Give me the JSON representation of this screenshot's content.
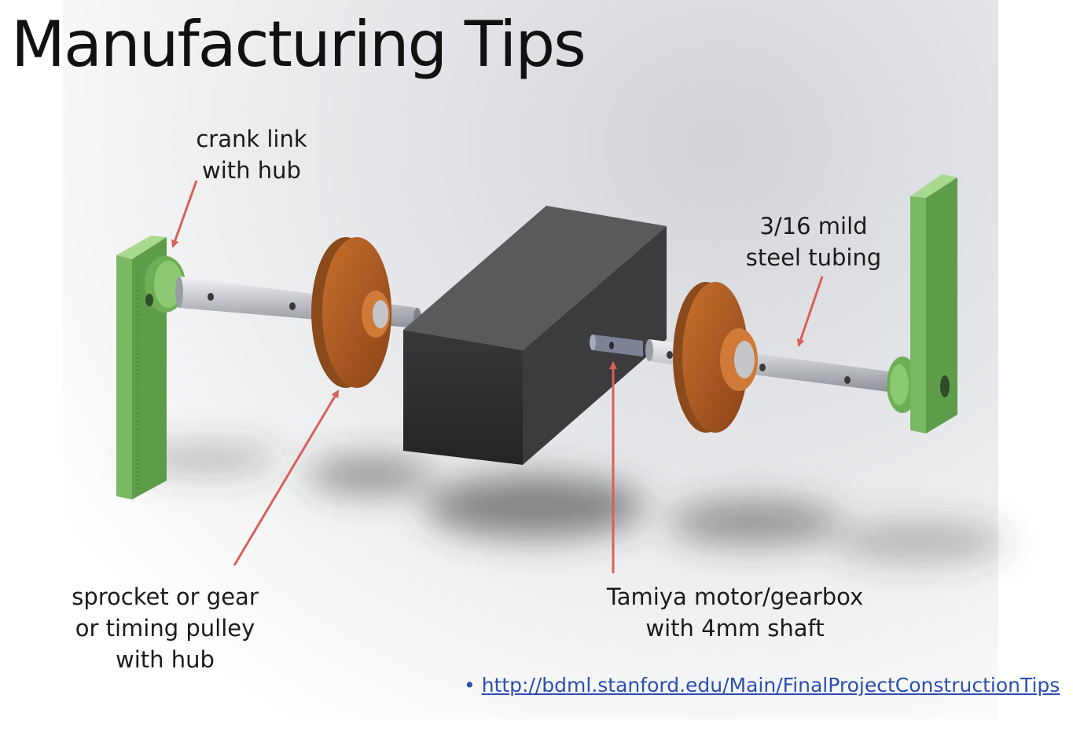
{
  "slide": {
    "title": "Manufacturing Tips",
    "labels": {
      "crank_link": "crank link\nwith hub",
      "steel_tubing": "3/16 mild\nsteel tubing",
      "sprocket": "sprocket or gear\nor timing pulley\nwith hub",
      "tamiya": "Tamiya motor/gearbox\nwith 4mm shaft"
    },
    "bullet": "•",
    "link": "http://bdml.stanford.edu/Main/FinalProjectConstructionTips"
  },
  "colors": {
    "arrow": "#d9605c",
    "crank_green": "#7ab862",
    "gear_bronze": "#c0642a",
    "motor_box": "#2e2e30",
    "shaft_gray": "#bcbec3",
    "link_blue": "#2c4fb0"
  }
}
